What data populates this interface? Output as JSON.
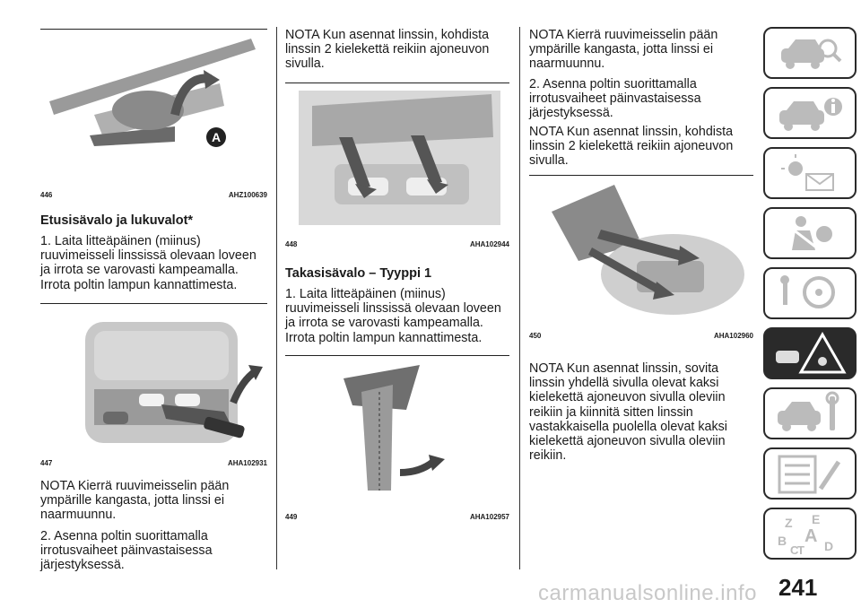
{
  "col1": {
    "fig446_label": "446",
    "fig446_code": "AHZ100639",
    "fig446_callout": "A",
    "heading1": "Etusisävalo ja lukuvalot*",
    "p1": "1. Laita litteäpäinen (miinus) ruuvimeisseli linssissä olevaan loveen ja irrota se varovasti kampeamalla. Irrota poltin lampun kannattimesta.",
    "fig447_label": "447",
    "fig447_code": "AHA102931",
    "p2": "NOTA Kierrä ruuvimeisselin pään ympärille kangasta, jotta linssi ei naarmuunnu.",
    "p3": "2. Asenna poltin suorittamalla irrotusvaiheet päinvastaisessa järjestyksessä."
  },
  "col2": {
    "p1": "NOTA Kun asennat linssin, kohdista linssin 2 kielekettä reikiin ajoneuvon sivulla.",
    "fig448_label": "448",
    "fig448_code": "AHA102944",
    "heading": "Takasisävalo – Tyyppi 1",
    "p2": "1. Laita litteäpäinen (miinus) ruuvimeisseli linssissä olevaan loveen ja irrota se varovasti kampeamalla. Irrota poltin lampun kannattimesta.",
    "fig449_label": "449",
    "fig449_code": "AHA102957"
  },
  "col3": {
    "p1": "NOTA Kierrä ruuvimeisselin pään ympärille kangasta, jotta linssi ei naarmuunnu.",
    "p2": "2. Asenna poltin suorittamalla irrotusvaiheet päinvastaisessa järjestyksessä.",
    "p3": "NOTA Kun asennat linssin, kohdista linssin 2 kielekettä reikiin ajoneuvon sivulla.",
    "fig450_label": "450",
    "fig450_code": "AHA102960",
    "p4": "NOTA Kun asennat linssin, sovita linssin yhdellä sivulla olevat kaksi kielekettä ajoneuvon sivulla oleviin reikiin ja kiinnitä sitten linssin vastakkaisella puolella olevat kaksi kielekettä ajoneuvon sivulla oleviin reikiin."
  },
  "sidebar": {
    "tabs": [
      {
        "icon": "car-search-icon",
        "active": false
      },
      {
        "icon": "car-info-icon",
        "active": false
      },
      {
        "icon": "warning-lights-message-icon",
        "active": false
      },
      {
        "icon": "seatbelt-airbag-icon",
        "active": false
      },
      {
        "icon": "steering-key-icon",
        "active": false
      },
      {
        "icon": "emergency-triangle-icon",
        "active": true
      },
      {
        "icon": "car-maintenance-icon",
        "active": false
      },
      {
        "icon": "specifications-icon",
        "active": false
      },
      {
        "icon": "index-letters-icon",
        "active": false
      }
    ],
    "index_letters": [
      "Z",
      "E",
      "A",
      "B",
      "C",
      "T",
      "D"
    ]
  },
  "page_number": "241",
  "watermark": "carmanualsonline.info",
  "colors": {
    "ink": "#1a1a1a",
    "tab_border": "#2a2a2a",
    "active_tab": "#2a2a2a",
    "figure_gray": "#8a8a8a"
  }
}
